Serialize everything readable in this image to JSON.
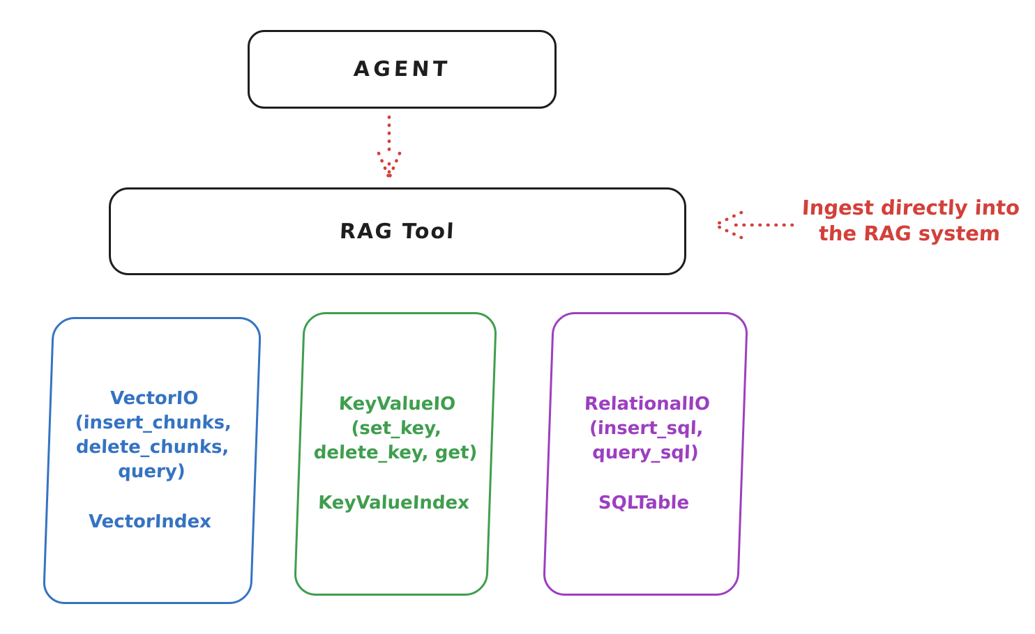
{
  "agent": {
    "label": "AGENT"
  },
  "rag_tool": {
    "label": "RAG Tool"
  },
  "annotation": {
    "line1": "Ingest directly into",
    "line2": "the RAG system"
  },
  "colors": {
    "arrow_red": "#d3403a",
    "stroke_black": "#1e1e1e",
    "vector_blue": "#3573c2",
    "keyvalue_green": "#3f9e4e",
    "relational_purple": "#9c3fc0"
  },
  "boxes": [
    {
      "name": "vector-io",
      "color": "#3573c2",
      "io_label": "VectorIO\n(insert_chunks,\ndelete_chunks,\nquery)",
      "index_label": "VectorIndex"
    },
    {
      "name": "key-value-io",
      "color": "#3f9e4e",
      "io_label": "KeyValueIO\n(set_key,\ndelete_key, get)",
      "index_label": "KeyValueIndex"
    },
    {
      "name": "relational-io",
      "color": "#9c3fc0",
      "io_label": "RelationalIO\n(insert_sql,\nquery_sql)",
      "index_label": "SQLTable"
    }
  ]
}
